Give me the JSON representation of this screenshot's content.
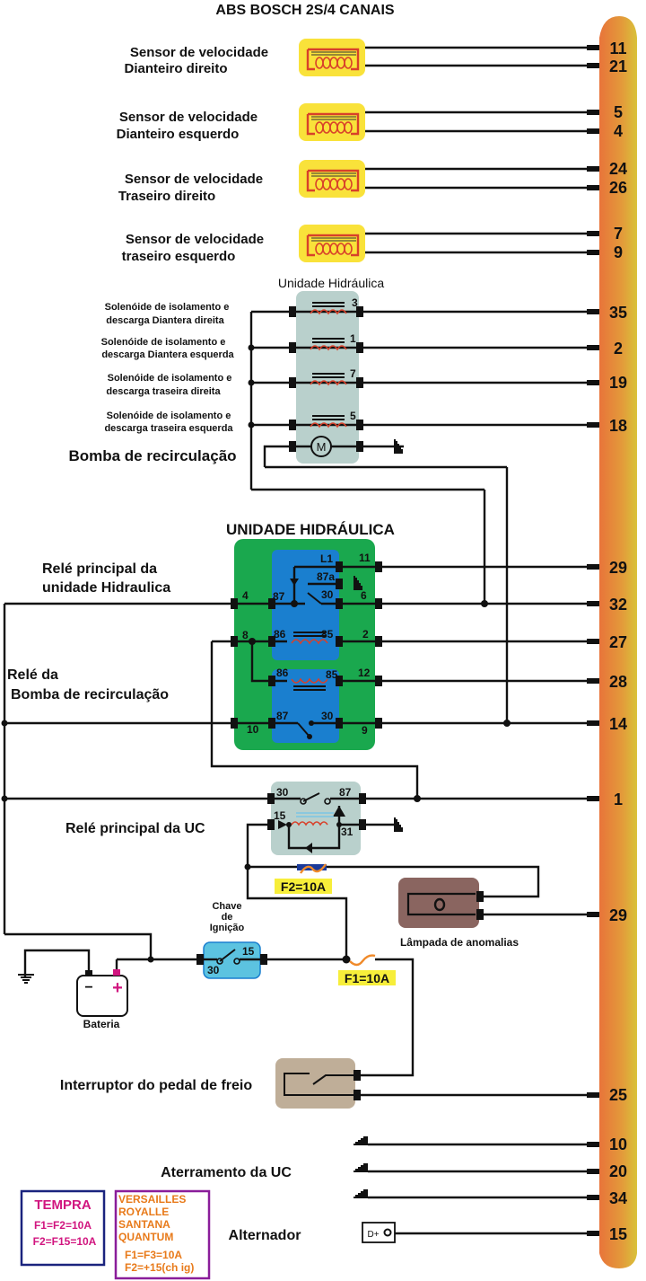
{
  "title": "ABS BOSCH 2S/4 CANAIS",
  "colors": {
    "connector_strip_start": "#e8743a",
    "connector_strip_end": "#d9c23a",
    "sensor_bg": "#f9e23a",
    "sensor_coil": "#d8402a",
    "hydraulic_gray": "#b9d0cc",
    "hydraulic_green": "#1aa84e",
    "relay_blue": "#1a7fcf",
    "ignition_blue": "#5cc3e0",
    "lamp_brown": "#8a6560",
    "brake_tan": "#bfae98",
    "fuse_label_bg": "#f7ee3a",
    "tempra_border": "#1a237e",
    "tempra_text": "#d1157f",
    "versailles_border": "#8a1d9a",
    "versailles_text": "#e87a1a"
  },
  "sensors": [
    {
      "label1": "Sensor de velocidade",
      "label2": "Dianteiro direito",
      "pins": [
        "11",
        "21"
      ]
    },
    {
      "label1": "Sensor de velocidade",
      "label2": "Dianteiro esquerdo",
      "pins": [
        "5",
        "4"
      ]
    },
    {
      "label1": "Sensor de velocidade",
      "label2": "Traseiro direito",
      "pins": [
        "24",
        "26"
      ]
    },
    {
      "label1": "Sensor de velocidade",
      "label2": "traseiro esquerdo",
      "pins": [
        "7",
        "9"
      ]
    }
  ],
  "hydraulic_unit": {
    "title": "Unidade Hidráulica",
    "solenoids": [
      {
        "label1": "Solenóide de isolamento e",
        "label2": "descarga Diantera direita",
        "num": "3",
        "pin": "35"
      },
      {
        "label1": "Solenóide de isolamento e",
        "label2": "descarga Diantera esquerda",
        "num": "1",
        "pin": "2"
      },
      {
        "label1": "Solenóide de isolamento e",
        "label2": "descarga traseira direita",
        "num": "7",
        "pin": "19"
      },
      {
        "label1": "Solenóide de isolamento e",
        "label2": "descarga traseira esquerda",
        "num": "5",
        "pin": "18"
      }
    ],
    "pump_label": "Bomba de recirculação",
    "motor_symbol": "M"
  },
  "relay_unit": {
    "title": "UNIDADE HIDRÁULICA",
    "main_relay_label1": "Relé principal da",
    "main_relay_label2": "unidade Hidraulica",
    "pump_relay_label1": "Relé da",
    "pump_relay_label2": "Bomba de recirculação",
    "terminals": {
      "l1": "L1",
      "t11": "11",
      "t87a": "87a",
      "t87": "87",
      "t30": "30",
      "t6": "6",
      "t4": "4",
      "t8": "8",
      "t86": "86",
      "t85": "85",
      "t2": "2",
      "t86b": "86",
      "t85b": "85",
      "t12": "12",
      "t10": "10",
      "t87b": "87",
      "t30b": "30",
      "t9": "9"
    },
    "pins": [
      "29",
      "32",
      "27",
      "28",
      "14"
    ]
  },
  "uc_relay": {
    "label": "Relé principal da UC",
    "t30": "30",
    "t87": "87",
    "t15": "15",
    "t31": "31",
    "pin": "1"
  },
  "fuses": {
    "f2": "F2=10A",
    "f1": "F1=10A"
  },
  "lamp": {
    "label": "Lâmpada de anomalias",
    "pin": "29"
  },
  "ignition": {
    "label1": "Chave",
    "label2": "de",
    "label3": "Ignição",
    "t30": "30",
    "t15": "15"
  },
  "battery": {
    "label": "Bateria",
    "minus": "−",
    "plus": "+"
  },
  "brake_switch": {
    "label": "Interruptor do pedal  de freio",
    "pin": "25"
  },
  "ground": {
    "label": "Aterramento da UC",
    "pins": [
      "10",
      "20",
      "34"
    ]
  },
  "alternator": {
    "label": "Alternador",
    "symbol": "D+",
    "pin": "15"
  },
  "legend": {
    "tempra": {
      "title": "TEMPRA",
      "line1": "F1=F2=10A",
      "line2": "F2=F15=10A"
    },
    "versailles": {
      "models": [
        "VERSAILLES",
        "ROYALLE",
        "SANTANA",
        "QUANTUM"
      ],
      "line1": "F1=F3=10A",
      "line2": "F2=+15(ch ig)"
    }
  }
}
